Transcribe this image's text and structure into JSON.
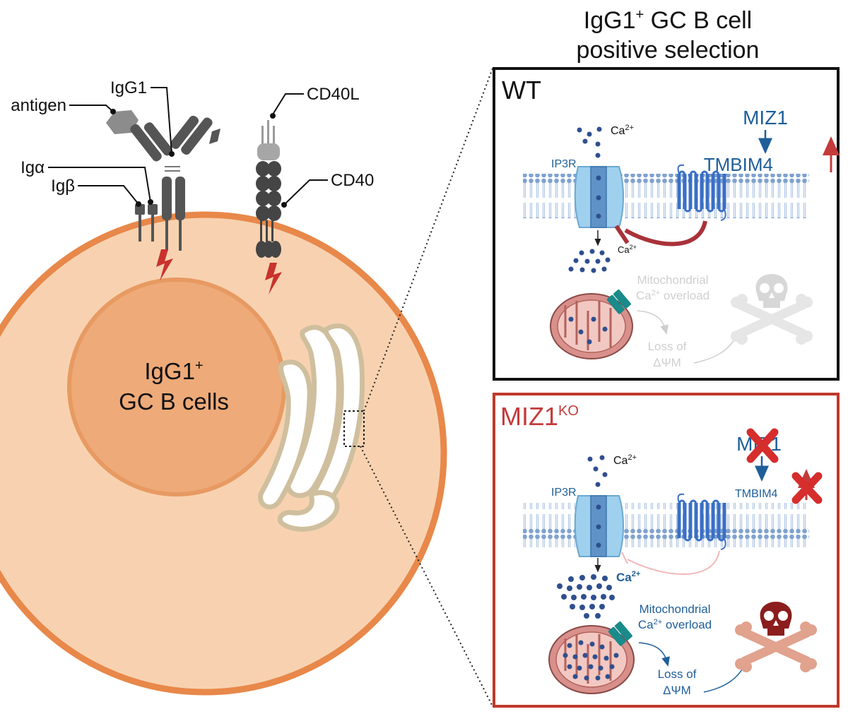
{
  "title": {
    "line1": "IgG1",
    "line1_sup": "+",
    "line1_rest": " GC B cell",
    "line2": "positive selection"
  },
  "cell": {
    "label_line1": "IgG1",
    "label_sup": "+",
    "label_line2": "GC B cells",
    "labels": {
      "antigen": "antigen",
      "igg1": "IgG1",
      "iga": "Igα",
      "igb": "Igβ",
      "cd40l": "CD40L",
      "cd40": "CD40"
    }
  },
  "wt": {
    "label": "WT",
    "miz1": "MIZ1",
    "tmbim4": "TMBIM4",
    "ip3r": "IP3R",
    "ca_top": "Ca",
    "ca_top_sup": "2+",
    "ca_bottom": "Ca",
    "ca_bottom_sup": "2+",
    "mito_line1": "Mitochondrial",
    "mito_line2_a": "Ca",
    "mito_line2_sup": "2+",
    "mito_line2_b": " overload",
    "loss_line1": "Loss of",
    "loss_line2": "ΔΨM"
  },
  "ko": {
    "label": "MIZ1",
    "label_sup": "KO",
    "miz1": "MIZ1",
    "tmbim4": "TMBIM4",
    "ip3r": "IP3R",
    "ca_top": "Ca",
    "ca_top_sup": "2+",
    "ca_bottom": "Ca",
    "ca_bottom_sup": "2+",
    "mito_line1": "Mitochondrial",
    "mito_line2_a": "Ca",
    "mito_line2_sup": "2+",
    "mito_line2_b": " overload",
    "loss_line1": "Loss of",
    "loss_line2": "ΔΨM"
  },
  "colors": {
    "cell_membrane": "#e8884a",
    "cytoplasm": "#f8d2b0",
    "nucleus": "#eeaa78",
    "nucleus_edge": "#e79a62",
    "receptor": "#555555",
    "antigen": "#8c8c8c",
    "lightning": "#c8322d",
    "blue_text": "#1f5f99",
    "red": "#c43b3b",
    "ko_border": "#c0392b",
    "membrane_head": "#7fa2cf",
    "channel": "#8fc6e8",
    "tmbim4_protein": "#3a6fc4",
    "ca_dot": "#2f4f8f",
    "inhibit": "#a8323a",
    "mito_fill": "#d8908c",
    "mito_inner": "#f2c8c2",
    "teal": "#1a8a8a",
    "skull_wt": "#d7d7d7",
    "skull_ko": "#8b1d1d",
    "bones_ko": "#e1a28e"
  }
}
